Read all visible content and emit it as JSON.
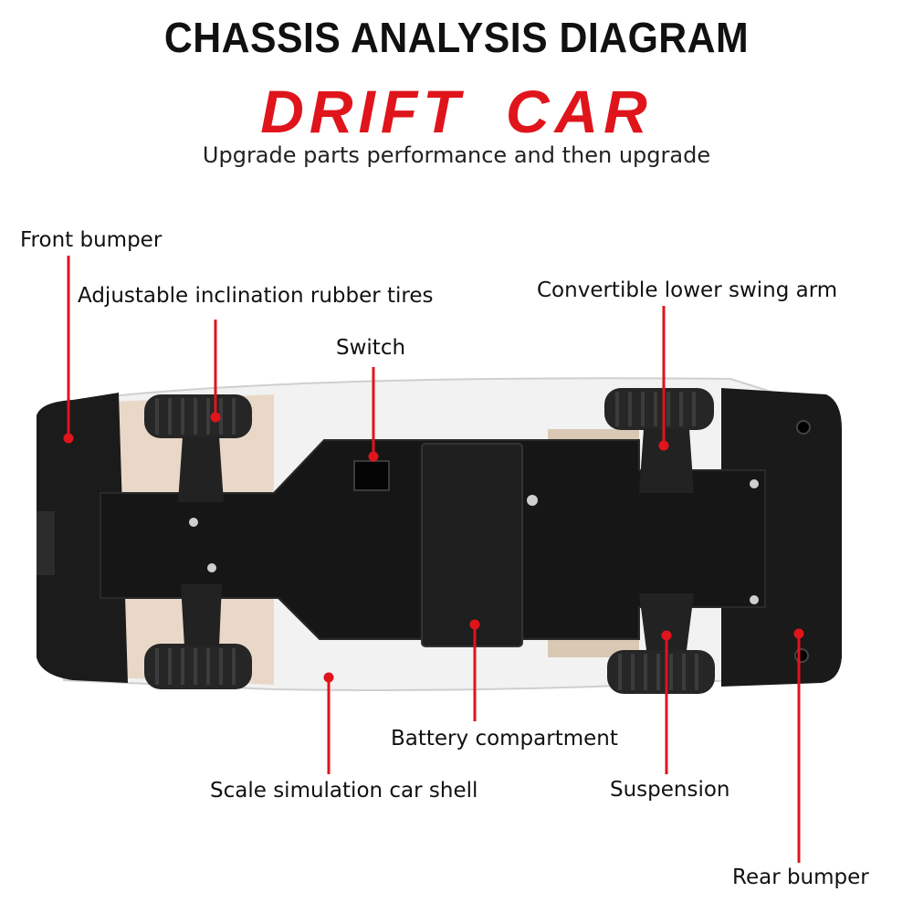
{
  "header": {
    "title": "CHASSIS ANALYSIS DIAGRAM",
    "brand": "DRIFT CAR",
    "subtitle": "Upgrade parts performance and then upgrade"
  },
  "callouts": {
    "front_bumper": "Front bumper",
    "rubber_tires": "Adjustable inclination rubber tires",
    "switch": "Switch",
    "swing_arm": "Convertible lower swing arm",
    "battery": "Battery compartment",
    "car_shell": "Scale simulation car shell",
    "suspension": "Suspension",
    "rear_bumper": "Rear bumper"
  },
  "colors": {
    "accent": "#e0141b",
    "chassis": "#161616",
    "shell": "#f4f4f4"
  }
}
